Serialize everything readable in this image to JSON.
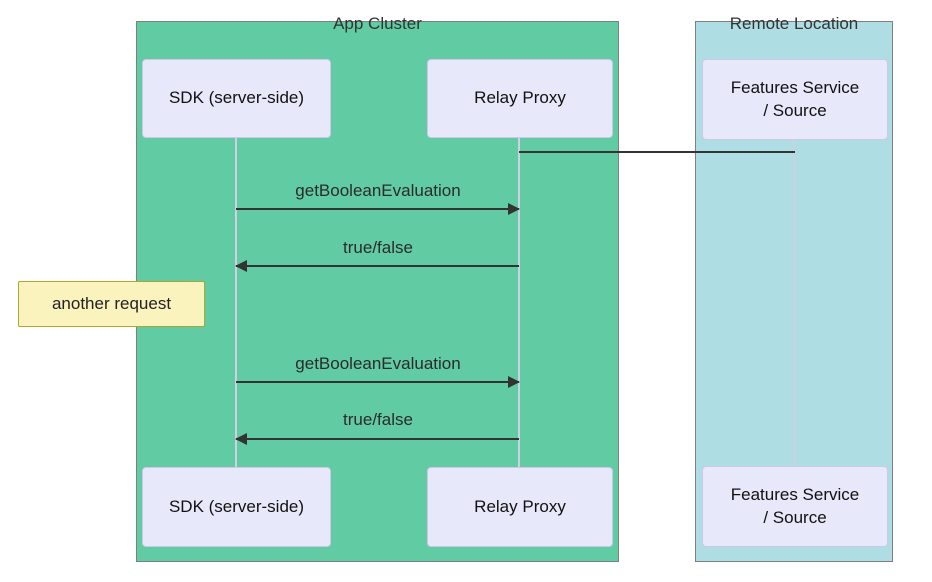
{
  "diagram": {
    "clusters": [
      {
        "label": "App Cluster",
        "fill": "#61cca4"
      },
      {
        "label": "Remote Location",
        "fill": "#aedee3"
      }
    ],
    "actors": {
      "sdk_top": "SDK (server-side)",
      "relay_top": "Relay Proxy",
      "features_top_line1": "Features Service",
      "features_top_line2": "/ Source",
      "sdk_bottom": "SDK (server-side)",
      "relay_bottom": "Relay Proxy",
      "features_bottom_line1": "Features Service",
      "features_bottom_line2": "/ Source"
    },
    "messages": [
      {
        "label": "getBooleanEvaluation",
        "direction": "right",
        "from": "SDK (server-side)",
        "to": "Relay Proxy"
      },
      {
        "label": "true/false",
        "direction": "left",
        "from": "Relay Proxy",
        "to": "SDK (server-side)"
      },
      {
        "label": "getBooleanEvaluation",
        "direction": "right",
        "from": "SDK (server-side)",
        "to": "Relay Proxy"
      },
      {
        "label": "true/false",
        "direction": "left",
        "from": "Relay Proxy",
        "to": "SDK (server-side)"
      }
    ],
    "link": {
      "from": "Relay Proxy",
      "to": "Features Service / Source",
      "label": ""
    },
    "note": {
      "text": "another request"
    },
    "colors": {
      "app_cluster_fill": "#61cca4",
      "remote_cluster_fill": "#aedee3",
      "cluster_border": "#7f7f7f",
      "actor_fill": "#e8e8fb",
      "actor_border": "#cfc6e8",
      "note_fill": "#fbf3bd",
      "note_border": "#a8a832",
      "arrow": "#333333",
      "lifeline": "#d0d0e4"
    }
  }
}
